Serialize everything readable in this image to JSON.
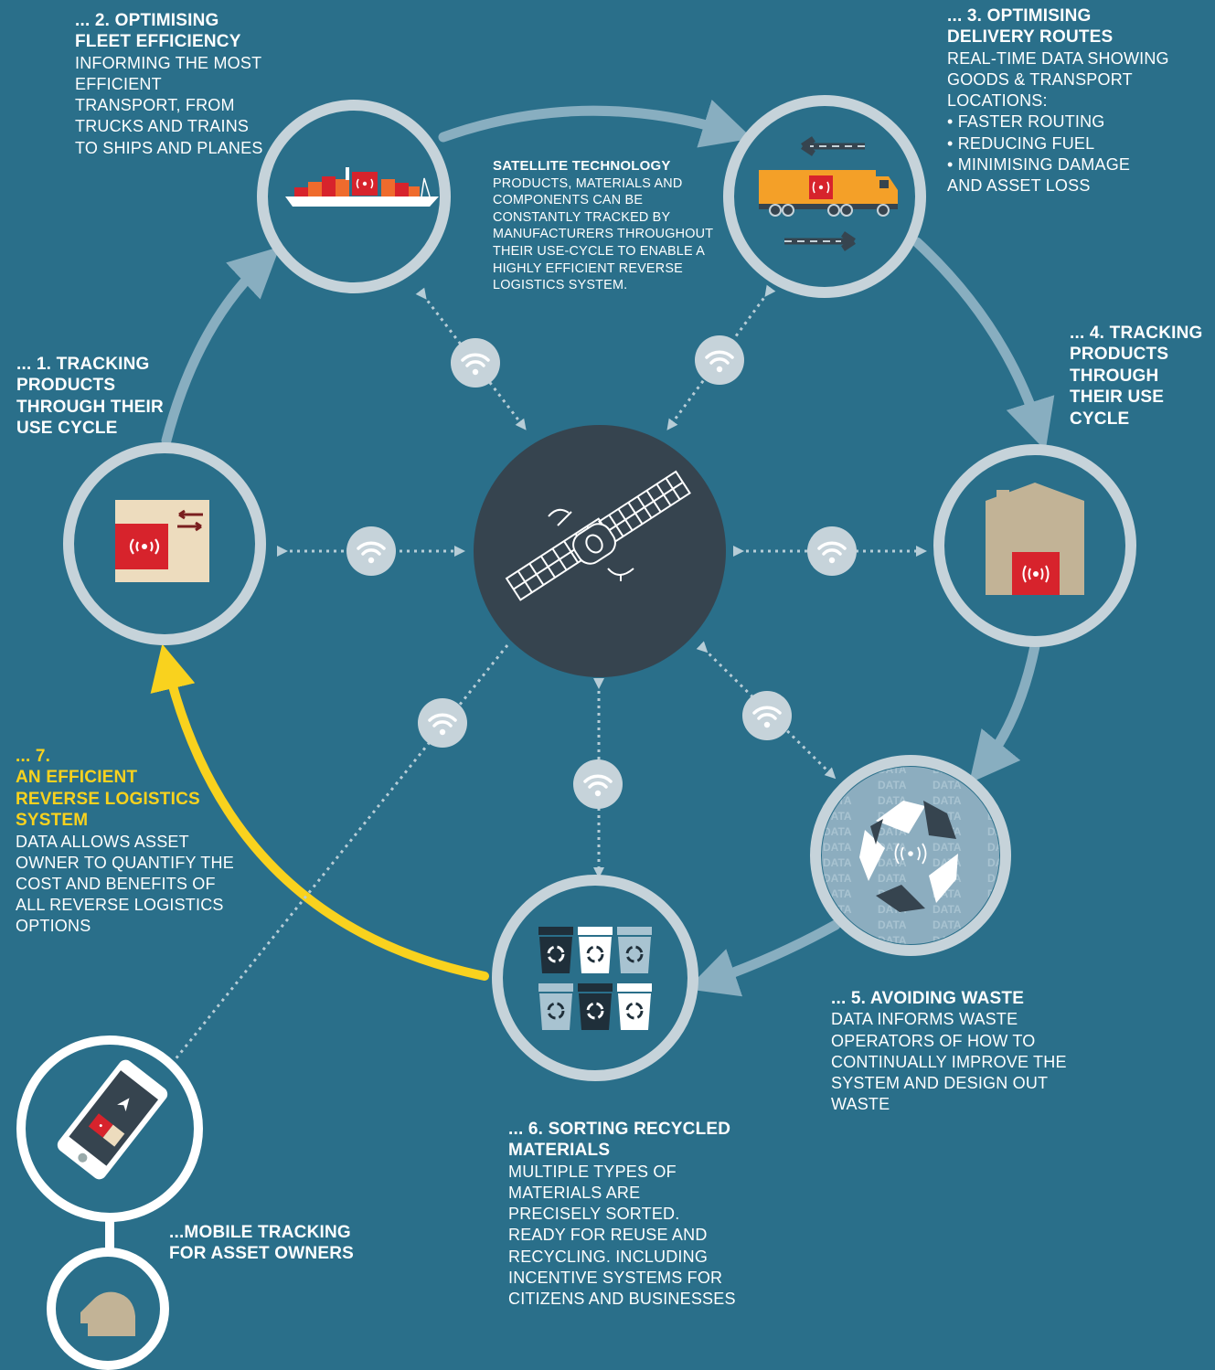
{
  "satellite": {
    "heading": "SATELLITE TECHNOLOGY",
    "body": "PRODUCTS, MATERIALS AND COMPONENTS CAN BE CONSTANTLY TRACKED BY MANUFACTURERS THROUGHOUT THEIR USE-CYCLE TO ENABLE A HIGHLY EFFICIENT REVERSE LOGISTICS SYSTEM."
  },
  "steps": [
    {
      "heading": "... 1. TRACKING PRODUCTS THROUGH THEIR USE CYCLE",
      "body": ""
    },
    {
      "heading": "... 2. OPTIMISING FLEET EFFICIENCY",
      "body": "INFORMING THE MOST EFFICIENT TRANSPORT, FROM TRUCKS AND TRAINS TO SHIPS AND PLANES"
    },
    {
      "heading": "... 3. OPTIMISING DELIVERY ROUTES",
      "body": "REAL-TIME DATA SHOWING GOODS & TRANSPORT LOCATIONS:",
      "bullets": [
        "• FASTER ROUTING",
        "• REDUCING FUEL",
        "• MINIMISING DAMAGE AND ASSET LOSS"
      ]
    },
    {
      "heading": "... 4. TRACKING PRODUCTS THROUGH THEIR USE CYCLE",
      "body": ""
    },
    {
      "heading": "... 5. AVOIDING WASTE",
      "body": "DATA INFORMS WASTE OPERATORS OF HOW TO CONTINUALLY IMPROVE THE SYSTEM AND DESIGN OUT WASTE"
    },
    {
      "heading": "... 6. SORTING RECYCLED MATERIALS",
      "body": "MULTIPLE TYPES OF MATERIALS ARE PRECISELY SORTED. READY FOR REUSE AND RECYCLING. INCLUDING INCENTIVE SYSTEMS FOR CITIZENS AND BUSINESSES"
    },
    {
      "heading_num": "... 7.",
      "heading": "AN EFFICIENT REVERSE LOGISTICS SYSTEM",
      "body": "DATA ALLOWS ASSET OWNER TO QUANTIFY THE COST AND BENEFITS OF ALL REVERSE LOGISTICS OPTIONS"
    }
  ],
  "mobile": {
    "heading": "...MOBILE TRACKING FOR ASSET OWNERS"
  },
  "data_pattern": "DATA DATA DATA DATA DATA",
  "colors": {
    "background": "#2a6f8a",
    "ring": "#c6d3da",
    "arrow": "#88aec0",
    "highlight": "#f9d21e",
    "satellite_disc": "#36444f",
    "tag_red": "#d7232c"
  }
}
